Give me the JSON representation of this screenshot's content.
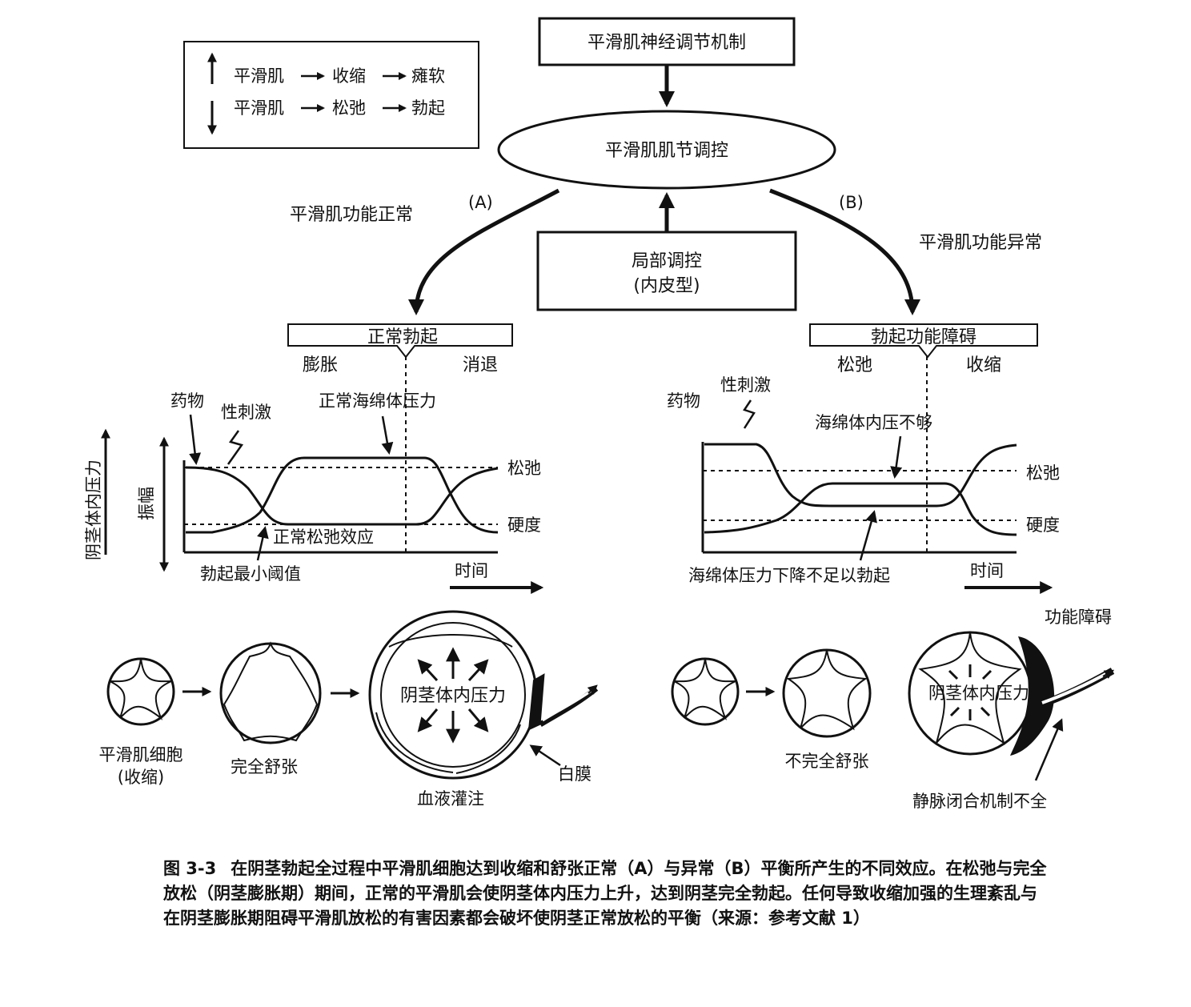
{
  "legend": {
    "row1": {
      "a": "平滑肌",
      "b": "收缩",
      "c": "瘫软"
    },
    "row2": {
      "a": "平滑肌",
      "b": "松弛",
      "c": "勃起"
    }
  },
  "top_box": "平滑肌神经调节机制",
  "ellipse": "平滑肌肌节调控",
  "local_box": {
    "line1": "局部调控",
    "line2": "(内皮型)"
  },
  "branch_a": {
    "tag": "(A)",
    "label": "平滑肌功能正常"
  },
  "branch_b": {
    "tag": "(B)",
    "label": "平滑肌功能异常"
  },
  "left_panel": {
    "banner": "正常勃起",
    "phase_left": "膨胀",
    "phase_right": "消退",
    "drug": "药物",
    "stim": "性刺激",
    "pressure_label": "正常海绵体压力",
    "relax": "松弛",
    "hard": "硬度",
    "normal_relax_effect": "正常松弛效应",
    "min_threshold": "勃起最小阈值",
    "time": "时间",
    "y_axis_outer": "阴茎体内压力",
    "y_axis_inner": "振幅"
  },
  "right_panel": {
    "banner": "勃起功能障碍",
    "phase_left": "松弛",
    "phase_right": "收缩",
    "drug": "药物",
    "stim": "性刺激",
    "pressure_label": "海绵体内压不够",
    "relax": "松弛",
    "hard": "硬度",
    "pressure_drop": "海绵体压力下降不足以勃起",
    "time": "时间"
  },
  "bottom_left": {
    "cell_label_1": "平滑肌细胞",
    "cell_label_2": "(收缩)",
    "full_dilation": "完全舒张",
    "inner_pressure": "阴茎体内压力",
    "blood": "血液灌注",
    "tunica": "白膜"
  },
  "bottom_right": {
    "dysfunction": "功能障碍",
    "partial_dilation": "不完全舒张",
    "inner_pressure": "阴茎体内压力",
    "venous": "静脉闭合机制不全"
  },
  "caption": {
    "label": "图 3-3",
    "text": "在阴茎勃起全过程中平滑肌细胞达到收缩和舒张正常（A）与异常（B）平衡所产生的不同效应。在松弛与完全放松（阴茎膨胀期）期间，正常的平滑肌会使阴茎体内压力上升，达到阴茎完全勃起。任何导致收缩加强的生理紊乱与在阴茎膨胀期阻碍平滑肌放松的有害因素都会破坏使阴茎正常放松的平衡（来源：参考文献 1）"
  }
}
